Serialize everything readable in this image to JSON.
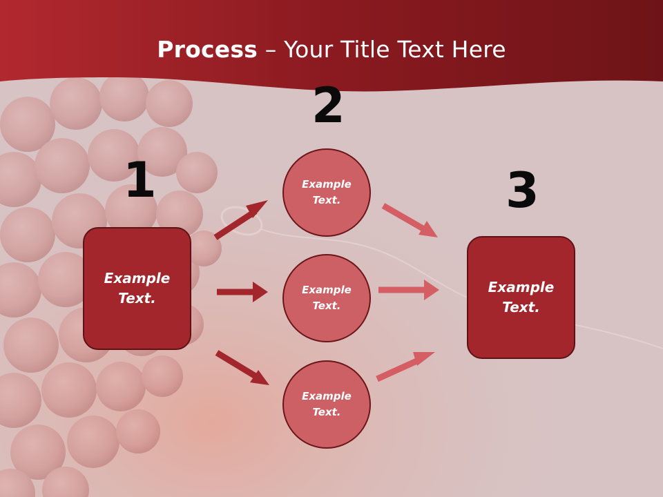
{
  "slide": {
    "title_bold": "Process",
    "title_rest": " – Your Title Text Here"
  },
  "steps": {
    "step1_number": "1",
    "step2_number": "2",
    "step3_number": "3"
  },
  "left_box": {
    "text": "Example Text."
  },
  "circles": [
    {
      "text": "Example Text."
    },
    {
      "text": "Example Text."
    },
    {
      "text": "Example Text."
    }
  ],
  "right_box": {
    "text": "Example Text."
  },
  "colors": {
    "header": "#8c1b21",
    "box_fill": "#a3262c",
    "circle_fill": "#cd6064",
    "dark_arrow": "#a3262c",
    "light_arrow": "#d45e63"
  }
}
